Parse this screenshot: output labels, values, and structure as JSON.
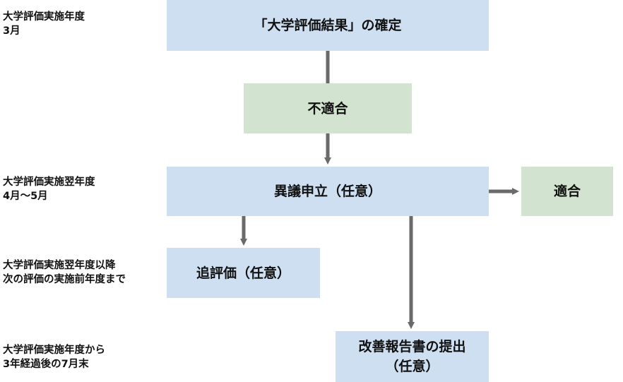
{
  "timeline": {
    "t1": {
      "line1": "大学評価実施年度",
      "line2": "3月"
    },
    "t2": {
      "line1": "大学評価実施翌年度",
      "line2": "4月〜5月"
    },
    "t3": {
      "line1": "大学評価実施翌年度以降",
      "line2": "次の評価の実施前年度まで"
    },
    "t4": {
      "line1": "大学評価実施年度から",
      "line2": "3年経過後の7月末"
    }
  },
  "boxes": {
    "confirm": "「大学評価結果」の確定",
    "nonconform": "不適合",
    "objection": "異議申立（任意）",
    "conform": "適合",
    "reeval": "追評価（任意）",
    "report_line1": "改善報告書の提出",
    "report_line2": "（任意）"
  },
  "colors": {
    "blue_box": "#cfdff2",
    "green_box": "#d2e4cf",
    "arrow": "#6a6a6a"
  }
}
